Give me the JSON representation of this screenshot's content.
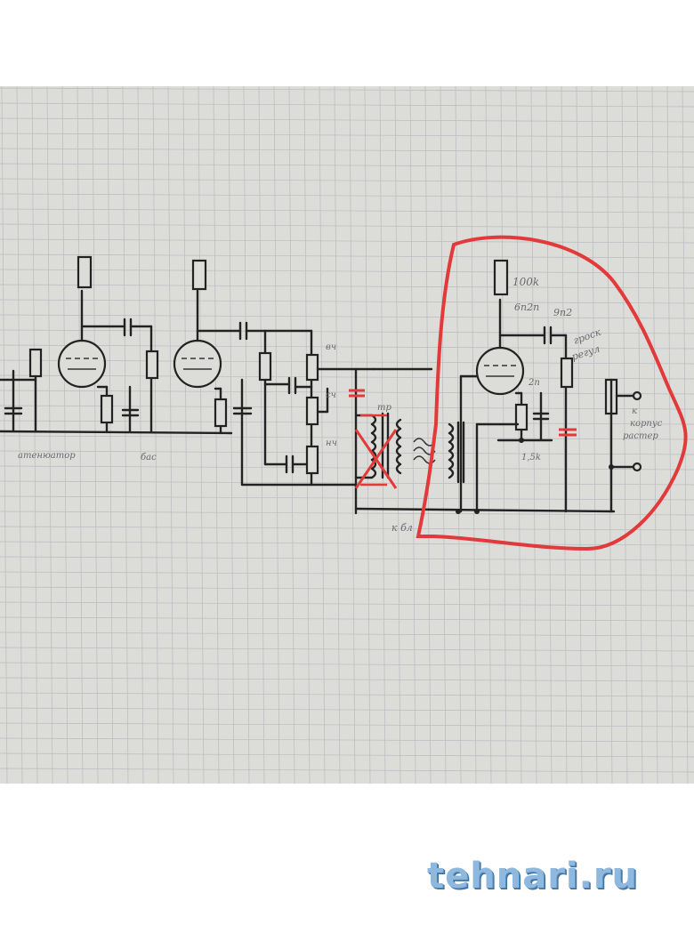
{
  "watermark": {
    "text": "tehnari.ru"
  },
  "annotations": {
    "r_anode_1": "100k",
    "cap_label": "6n2n",
    "cap_value_2": "9n2",
    "volume_top": "гроск",
    "volume_mid": "регул",
    "right_1": "к",
    "right_2": "корпус",
    "right_3": "растер",
    "cap_small": "2n",
    "r_cathode": "1,5k",
    "left_label": "атенюатор",
    "mid_label": "бас",
    "bch_label": "вч",
    "sch_label": "сч",
    "nch_label": "нч",
    "tr_label": "тр",
    "bottom_label": "к бл"
  },
  "colors": {
    "highlight": "#e23a3a",
    "paper": "#dcdcd9",
    "ink": "#222222",
    "watermark": "#8fb8de"
  }
}
